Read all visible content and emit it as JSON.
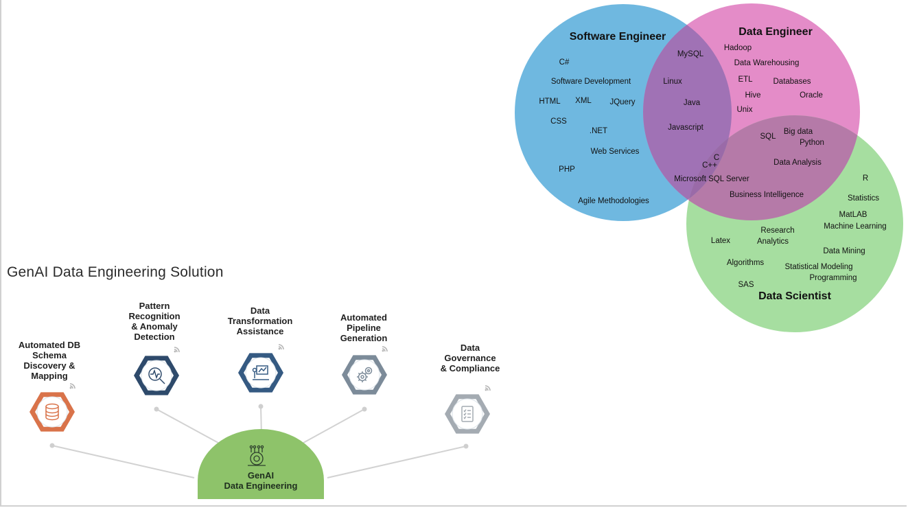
{
  "venn": {
    "circles": [
      {
        "name": "Software Engineer",
        "color": "#6fb8e0"
      },
      {
        "name": "Data Engineer",
        "color": "#e48cc8"
      },
      {
        "name": "Data Scientist",
        "color": "#a6dea0"
      }
    ],
    "overlap_color_se_de": "#a072b5",
    "overlap_color_de_ds": "#b57aa8",
    "terms": {
      "software": [
        "C#",
        "Software Development",
        "HTML",
        "XML",
        "JQuery",
        "CSS",
        ".NET",
        "Web Services",
        "PHP",
        "Agile Methodologies"
      ],
      "data_engineer": [
        "Hadoop",
        "Data Warehousing",
        "ETL",
        "Databases",
        "Hive",
        "Oracle",
        "Unix"
      ],
      "se_de": [
        "MySQL",
        "Linux",
        "Java",
        "Javascript"
      ],
      "de_ds": [
        "SQL",
        "Big data",
        "Python",
        "Data Analysis",
        "Business Intelligence"
      ],
      "all_three": [
        "C",
        "C++",
        "Microsoft SQL Server"
      ],
      "data_scientist": [
        "R",
        "Statistics",
        "MatLAB",
        "Machine Learning",
        "Research",
        "Analytics",
        "Latex",
        "Data Mining",
        "Algorithms",
        "Statistical Modeling",
        "Programming",
        "SAS"
      ]
    }
  },
  "solution": {
    "title": "GenAI Data Engineering Solution",
    "center_label": "GenAI\nData Engineering",
    "center_color": "#8ec36a",
    "nodes": [
      {
        "label": "Automated DB\nSchema\nDiscovery &\nMapping",
        "color": "#d9734a",
        "icon": "database-icon"
      },
      {
        "label": "Pattern\nRecognition\n& Anomaly\nDetection",
        "color": "#2e4a6b",
        "icon": "magnifier-chart-icon"
      },
      {
        "label": "Data\nTransformation\nAssistance",
        "color": "#355a82",
        "icon": "presentation-icon"
      },
      {
        "label": "Automated\nPipeline\nGeneration",
        "color": "#7c8b99",
        "icon": "gears-icon"
      },
      {
        "label": "Data\nGovernance\n& Compliance",
        "color": "#a4abb2",
        "icon": "checklist-icon"
      }
    ]
  }
}
